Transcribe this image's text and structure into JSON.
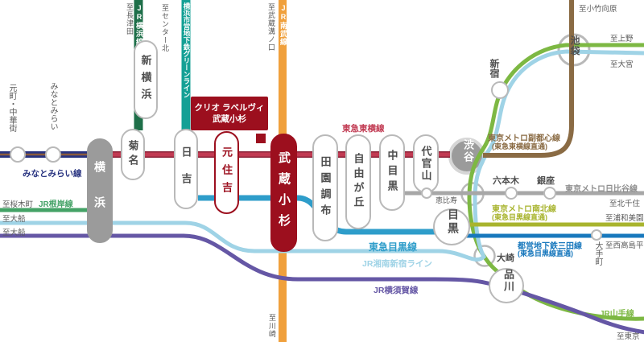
{
  "badge": {
    "line1": "クリオ ラベルヴィ",
    "line2": "武蔵小杉"
  },
  "stations": {
    "motomachi": "元町・中華街",
    "minatomirai": "みなとみらい",
    "yokohama": "横浜",
    "kikuna": "菊名",
    "shinYokohama": "新横浜",
    "hiyoshi": "日吉",
    "motosumiyoshi": "元住吉",
    "musashiKosugi": "武蔵小杉",
    "denenchofu": "田園調布",
    "jiyugaoka": "自由が丘",
    "nakameguro": "中目黒",
    "daikanyama": "代官山",
    "shibuya": "渋谷",
    "ebisu": "恵比寿",
    "roppongi": "六本木",
    "ginza": "銀座",
    "meguro": "目黒",
    "osaki": "大崎",
    "shinagawa": "品川",
    "otemachi": "大手町",
    "shinjuku": "新宿",
    "ikebukuro": "池袋"
  },
  "lines": {
    "toyoko": {
      "label": "東急東横線",
      "color": "#c13a52",
      "edge": "#8c2338"
    },
    "meguroLine": {
      "label": "東急目黒線",
      "color": "#2e9dca"
    },
    "shonan": {
      "label": "JR湘南新宿ライン",
      "color": "#9fd3e6"
    },
    "yokosuka": {
      "label": "JR横須賀線",
      "color": "#6557a5"
    },
    "yamanote": {
      "label": "JR山手線",
      "color": "#7db843"
    },
    "negishi": {
      "label": "JR根岸線",
      "color": "#44a266"
    },
    "nambu": {
      "label": "JR南武線",
      "color": "#f0a03c"
    },
    "yokohamaLine": {
      "label": "JR横浜線",
      "color": "#1e6f49"
    },
    "greenLine": {
      "label": "横浜市営地下鉄グリーンライン",
      "color": "#14a095"
    },
    "minatomiraiLine": {
      "label": "みなとみらい線",
      "color": "#283380",
      "stripe": "#8a5a3c"
    },
    "fukutoshin": {
      "label": "東京メトロ副都心線",
      "note": "(東急東横線直通)",
      "color": "#8a6b44"
    },
    "hibiya": {
      "label": "東京メトロ日比谷線",
      "color": "#a7a7a7",
      "text": "#8f8f8f"
    },
    "namboku": {
      "label": "東京メトロ南北線",
      "note": "(東急目黒線直通)",
      "color": "#a8b42e"
    },
    "mita": {
      "label": "都営地下鉄三田線",
      "note": "(東急目黒線直通)",
      "color": "#1878bd"
    }
  },
  "destinations": {
    "nagatsuta": "至長津田",
    "centerKita": "至センター北",
    "mizonokuchi": "至武蔵溝ノ口",
    "kotakeMukaihara": "至小竹向原",
    "ueno": "至上野",
    "omiya": "至大宮",
    "kitaSenju": "至北千住",
    "urawaMisono": "至浦和美園",
    "nishiTakashimadaira": "至西高島平",
    "tokyo": "至東京",
    "sakuragicho": "至桜木町",
    "ofuna1": "至大船",
    "ofuna2": "至大船",
    "kawasaki": "至川崎"
  }
}
